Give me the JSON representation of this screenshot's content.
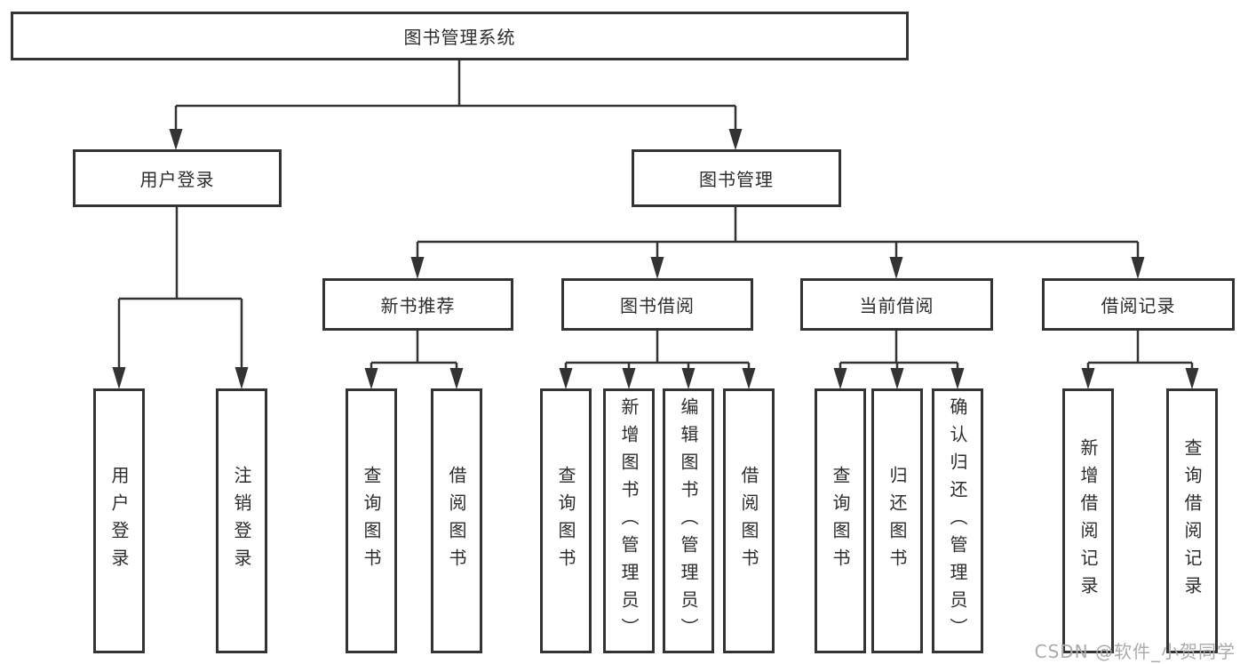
{
  "colors": {
    "line": "#333333",
    "box_border": "#333333",
    "text": "#2d2d2d",
    "watermark": "#ababab",
    "background": "#ffffff"
  },
  "nodes": {
    "root": "图书管理系统",
    "level2": [
      "用户登录",
      "图书管理"
    ],
    "level3": [
      "新书推荐",
      "图书借阅",
      "当前借阅",
      "借阅记录"
    ],
    "leaves_user_login": [
      "用户登录",
      "注销登录"
    ],
    "leaves_new_book": [
      "查询图书",
      "借阅图书"
    ],
    "leaves_book_borrow": [
      "查询图书",
      "新增图书（管理员）",
      "编辑图书（管理员）",
      "借阅图书"
    ],
    "leaves_current_borrow": [
      "查询图书",
      "归还图书",
      "确认归还（管理员）"
    ],
    "leaves_borrow_record": [
      "新增借阅记录",
      "查询借阅记录"
    ]
  },
  "watermark": "CSDN @软件_小贺同学"
}
